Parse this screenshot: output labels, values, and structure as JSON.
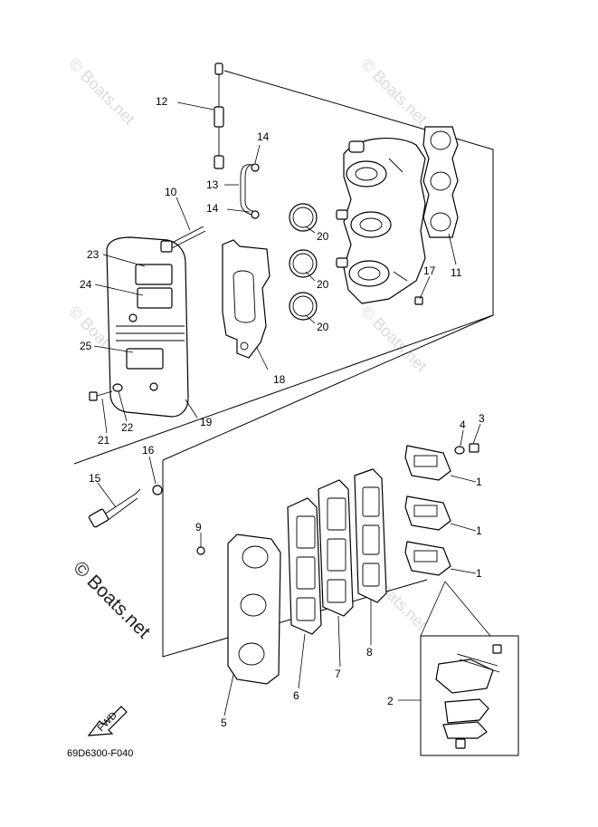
{
  "watermark": "© Boats.net",
  "drawing_code": "69D6300-F040",
  "fwd_label": "FWD",
  "callouts": [
    "1",
    "1",
    "1",
    "2",
    "3",
    "4",
    "5",
    "6",
    "7",
    "8",
    "9",
    "10",
    "11",
    "12",
    "13",
    "14",
    "14",
    "15",
    "16",
    "17",
    "18",
    "19",
    "20",
    "20",
    "20",
    "21",
    "22",
    "23",
    "24",
    "25"
  ]
}
